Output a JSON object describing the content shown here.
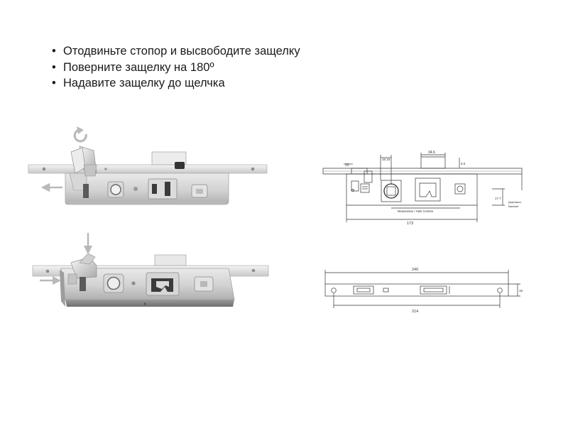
{
  "instructions": [
    "Отодвиньте стопор и высвободите защелку",
    "Поверните защелку на 180º",
    "Надавите защелку до щелчка"
  ],
  "drawing_top": {
    "dim_top_small": "20",
    "dim_left_small": "16.15",
    "dim_top_right": "34.6",
    "dim_right_small": "5.5",
    "dim_centers": "Межосевое / Hole Centers",
    "dim_bottom": "173",
    "dim_backset_value": "17.7",
    "dim_backset_label_1": "Дорнмасс",
    "dim_backset_label_2": "Backset"
  },
  "drawing_bottom": {
    "dim_total": "240",
    "dim_holes": "214",
    "dim_height": "16"
  }
}
